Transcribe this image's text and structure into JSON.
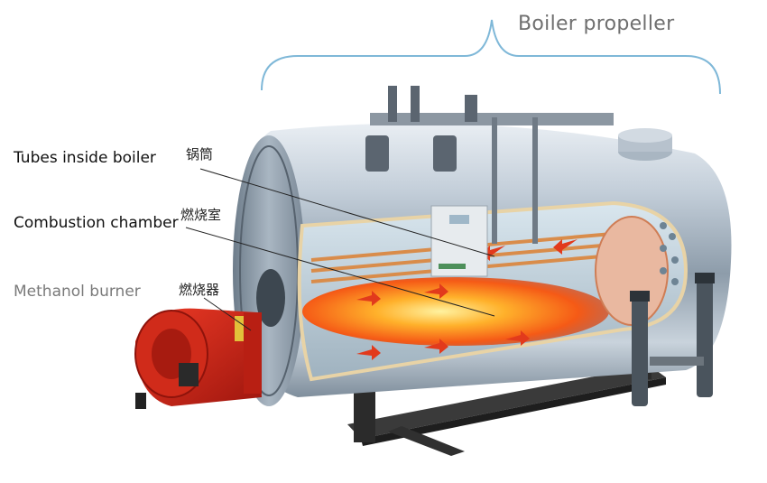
{
  "title": "Boiler propeller",
  "labels": [
    {
      "en": "Tubes inside boiler",
      "cn": "锅筒"
    },
    {
      "en": "Combustion chamber",
      "cn": "燃烧室"
    },
    {
      "en": "Methanol burner",
      "cn": "燃烧器"
    }
  ],
  "colors": {
    "shell": "#b9c6d2",
    "flame": "#ff7a1a",
    "burner": "#cf2418",
    "frame": "#2e2e2e",
    "bracket": "#7fb8d8",
    "arrow": "#e23a1c"
  }
}
